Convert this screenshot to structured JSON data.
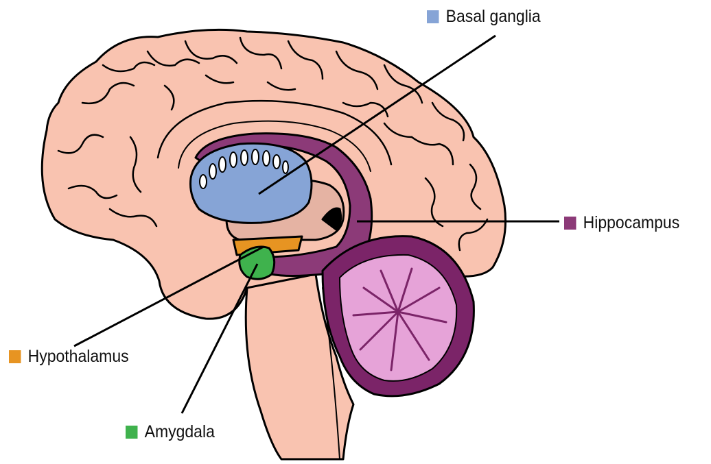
{
  "labels": {
    "basal_ganglia": "Basal ganglia",
    "hippocampus": "Hippocampus",
    "hypothalamus": "Hypothalamus",
    "amygdala": "Amygdala"
  },
  "colors": {
    "basal_ganglia": "#86a4d6",
    "hippocampus": "#8c3a78",
    "hypothalamus": "#e79422",
    "amygdala": "#3fb24d",
    "cerebrum": "#f9c3b0",
    "cerebellum_outer": "#7b2468",
    "cerebellum_inner": "#e6a3d8",
    "thalamus": "#e5b3a3",
    "outline": "#000000"
  }
}
